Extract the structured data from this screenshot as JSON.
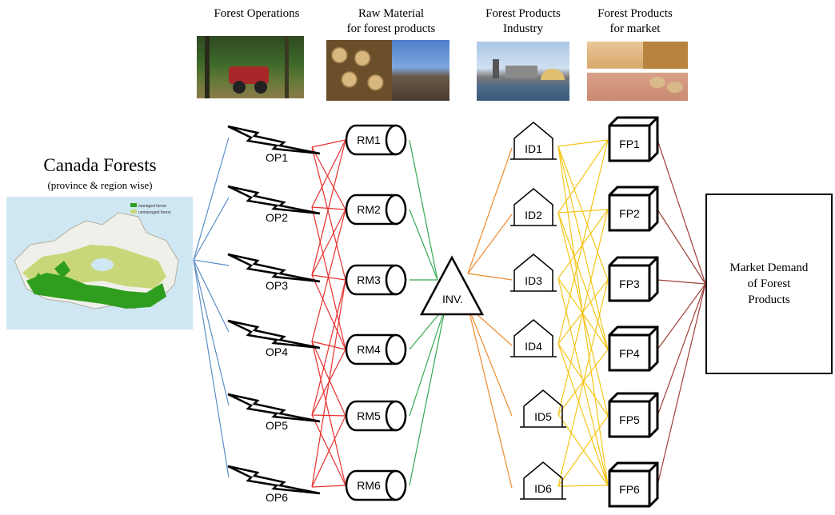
{
  "headers": {
    "operations": "Forest Operations",
    "raw_material": "Raw  Material\nfor forest products",
    "industry": "Forest Products\nIndustry",
    "products": "Forest Products\nfor market"
  },
  "canada": {
    "title": "Canada Forests",
    "subtitle": "(province & region wise)",
    "legend": [
      "managed forest",
      "unmanaged forest"
    ]
  },
  "nodes": {
    "operations": [
      "OP1",
      "OP2",
      "OP3",
      "OP4",
      "OP5",
      "OP6"
    ],
    "raw_materials": [
      "RM1",
      "RM2",
      "RM3",
      "RM4",
      "RM5",
      "RM6"
    ],
    "inventory": "INV.",
    "industries": [
      "ID1",
      "ID2",
      "ID3",
      "ID4",
      "ID5",
      "ID6"
    ],
    "products": [
      "FP1",
      "FP2",
      "FP3",
      "FP4",
      "FP5",
      "FP6"
    ]
  },
  "market": "Market Demand\nof Forest\nProducts",
  "colors": {
    "forest_to_op": "#5b8ec7",
    "op_to_rm": "#e8312f",
    "rm_to_inv": "#34a853",
    "inv_to_id": "#ee8a2e",
    "id_to_fp": "#f5c518",
    "fp_to_market": "#a0403a",
    "map_managed": "#2f9e1f",
    "map_unmanaged": "#c9d77a"
  }
}
